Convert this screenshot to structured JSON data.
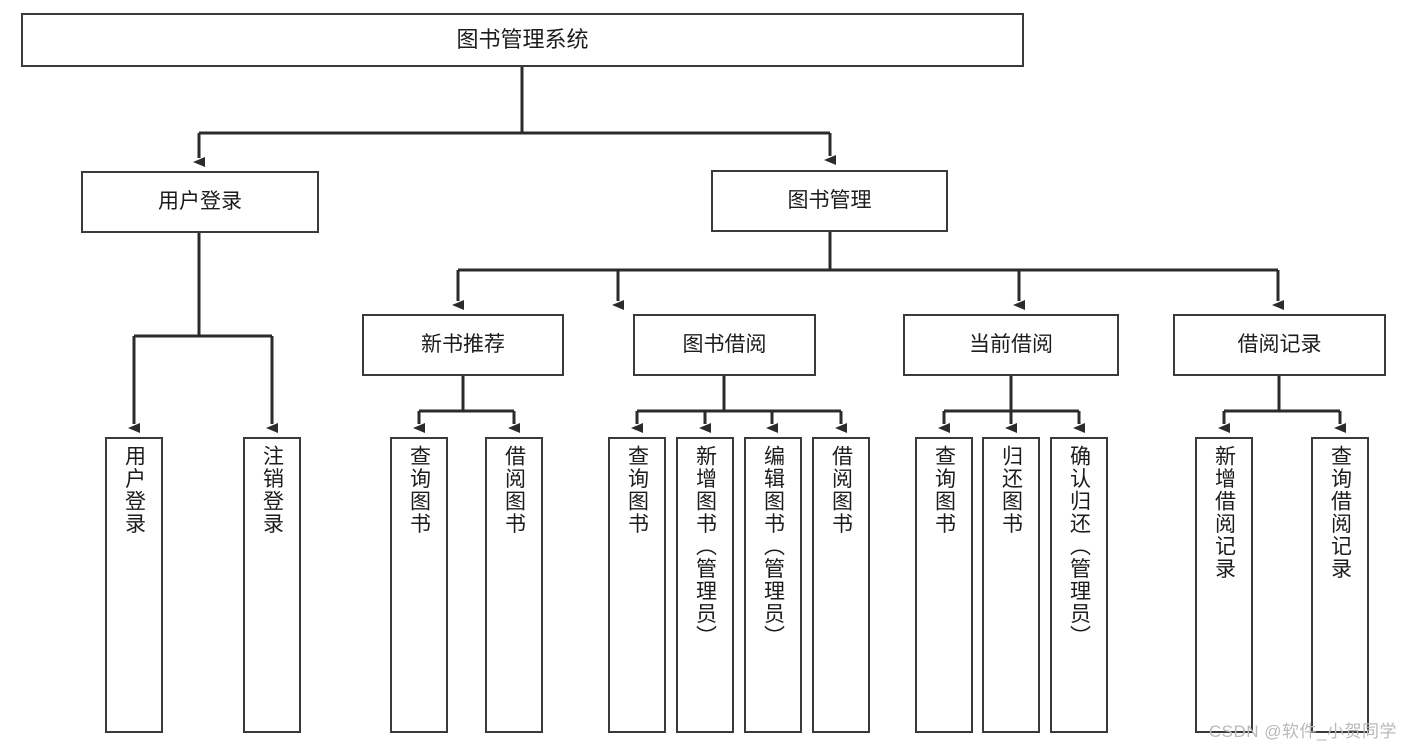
{
  "diagram": {
    "title": "图书管理系统",
    "type": "tree",
    "root": {
      "id": "root",
      "label": "图书管理系统"
    },
    "level1": [
      {
        "id": "user-login",
        "label": "用户登录"
      },
      {
        "id": "book-management",
        "label": "图书管理"
      }
    ],
    "level2": [
      {
        "id": "new-book-recommend",
        "label": "新书推荐",
        "parent": "book-management"
      },
      {
        "id": "book-borrow",
        "label": "图书借阅",
        "parent": "book-management"
      },
      {
        "id": "current-borrow",
        "label": "当前借阅",
        "parent": "book-management"
      },
      {
        "id": "borrow-record",
        "label": "借阅记录",
        "parent": "book-management"
      }
    ],
    "leaves": {
      "user_login": [
        {
          "id": "leaf-user-login",
          "label": "用户登录"
        },
        {
          "id": "leaf-user-logout",
          "label": "注销登录"
        }
      ],
      "new_book_recommend": [
        {
          "id": "leaf-rec-query-book",
          "label": "查询图书"
        },
        {
          "id": "leaf-rec-borrow-book",
          "label": "借阅图书"
        }
      ],
      "book_borrow": [
        {
          "id": "leaf-borrow-query-book",
          "label": "查询图书"
        },
        {
          "id": "leaf-borrow-add-book",
          "label": "新增图书（管理员）"
        },
        {
          "id": "leaf-borrow-edit-book",
          "label": "编辑图书（管理员）"
        },
        {
          "id": "leaf-borrow-borrow-book",
          "label": "借阅图书"
        }
      ],
      "current_borrow": [
        {
          "id": "leaf-cur-query-book",
          "label": "查询图书"
        },
        {
          "id": "leaf-cur-return-book",
          "label": "归还图书"
        },
        {
          "id": "leaf-cur-confirm-return",
          "label": "确认归还（管理员）"
        }
      ],
      "borrow_record": [
        {
          "id": "leaf-log-add-record",
          "label": "新增借阅记录"
        },
        {
          "id": "leaf-log-query-record",
          "label": "查询借阅记录"
        }
      ]
    }
  },
  "watermark": {
    "text": "CSDN @软件_小贺同学"
  },
  "colors": {
    "box_border": "#3a3a3a",
    "box_fill": "#ffffff",
    "connector": "#2b2b2b",
    "text": "#1c1c1c",
    "watermark": "#b9b9b9",
    "background": "#ffffff"
  }
}
